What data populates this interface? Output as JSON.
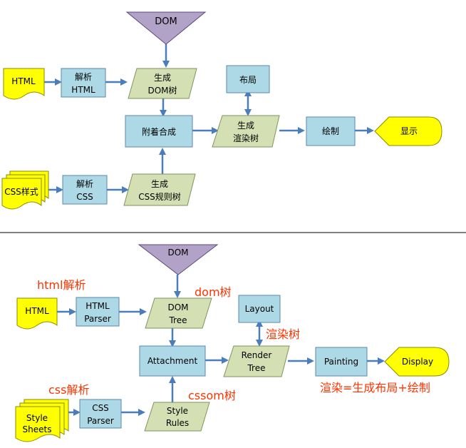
{
  "colors": {
    "box_fill": "#add8e6",
    "box_stroke": "#5a88ab",
    "para_fill": "#d4e0b4",
    "para_stroke": "#7c955a",
    "doc_fill": "#ffff00",
    "doc_stroke": "#8a8a00",
    "dom_fill": "#b3a2c7",
    "arrow": "#4a7ebb",
    "annotation": "#ff3300",
    "divider": "#000000"
  },
  "top": {
    "dom": "DOM",
    "html": "HTML",
    "parse_html": [
      "解析",
      "HTML"
    ],
    "gen_dom": [
      "生成",
      "DOM树"
    ],
    "layout": "布局",
    "attach": "附着合成",
    "gen_render": [
      "生成",
      "渲染树"
    ],
    "paint": "绘制",
    "display": "显示",
    "css": "CSS样式",
    "parse_css": [
      "解析",
      "CSS"
    ],
    "gen_css": [
      "生成",
      "CSS规则树"
    ]
  },
  "bottom": {
    "dom": "DOM",
    "html": "HTML",
    "html_parser": [
      "HTML",
      "Parser"
    ],
    "dom_tree": [
      "DOM",
      "Tree"
    ],
    "layout": "Layout",
    "attachment": "Attachment",
    "render_tree": [
      "Render",
      "Tree"
    ],
    "painting": "Painting",
    "display": "Display",
    "style_sheets": [
      "Style",
      "Sheets"
    ],
    "css_parser": [
      "CSS",
      "Parser"
    ],
    "style_rules": [
      "Style",
      "Rules"
    ]
  },
  "annotations": {
    "html_parse": "html解析",
    "dom_tree": "dom树",
    "render_tree": "渲染树",
    "css_parse": "css解析",
    "cssom_tree": "cssom树",
    "render_formula": "渲染=生成布局+绘制"
  }
}
